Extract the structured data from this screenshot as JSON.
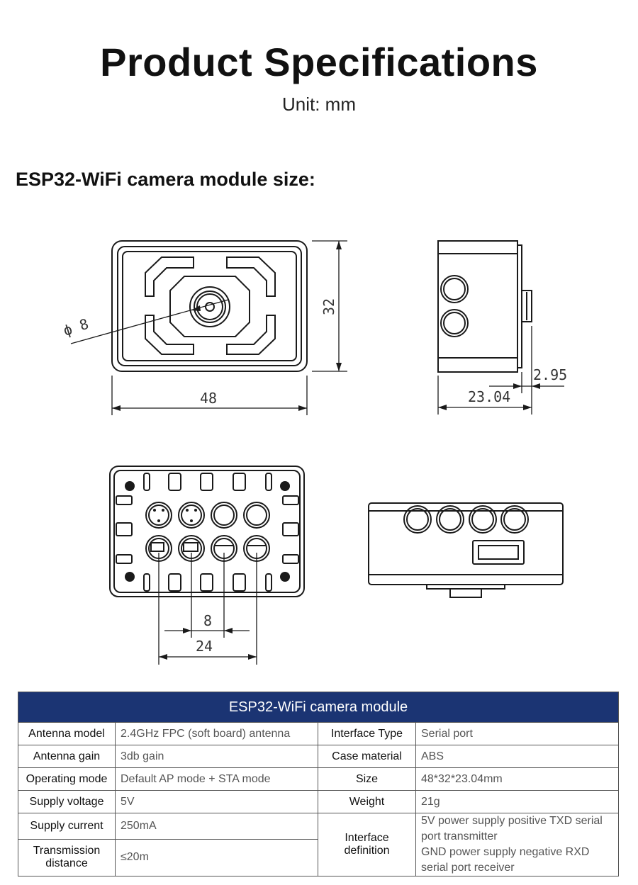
{
  "header": {
    "title": "Product Specifications",
    "unit": "Unit: mm",
    "section_title": "ESP32-WiFi camera module size:"
  },
  "drawing": {
    "front_dims": {
      "width": "48",
      "height": "32",
      "lens": "ϕ 8"
    },
    "side_dims": {
      "depth": "23.04",
      "offset": "2.95"
    },
    "back_dims": {
      "pitch": "8",
      "span": "24"
    }
  },
  "table": {
    "title": "ESP32-WiFi camera module",
    "rows": [
      {
        "k1": "Antenna model",
        "v1": "2.4GHz FPC (soft board) antenna",
        "k2": "Interface Type",
        "v2": "Serial port"
      },
      {
        "k1": "Antenna gain",
        "v1": "3db gain",
        "k2": "Case material",
        "v2": "ABS"
      },
      {
        "k1": "Operating mode",
        "v1": "Default AP mode + STA mode",
        "k2": "Size",
        "v2": "48*32*23.04mm"
      },
      {
        "k1": "Supply voltage",
        "v1": "5V",
        "k2": "Weight",
        "v2": "21g"
      },
      {
        "k1": "Supply current",
        "v1": "250mA",
        "k2": "Interface definition",
        "v2a": "5V power supply positive  TXD serial port transmitter",
        "v2b": "GND power supply negative  RXD serial port receiver"
      },
      {
        "k1": "Transmission distance",
        "v1": "≤20m"
      }
    ]
  }
}
